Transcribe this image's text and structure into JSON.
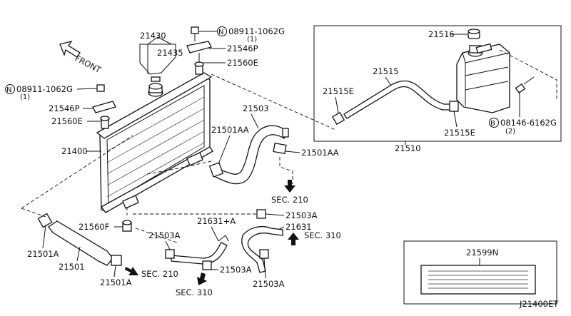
{
  "callouts": {
    "front": "FRONT",
    "p21430": "21430",
    "p21435": "21435",
    "bolt_top": "08911-1062G",
    "bolt_top_qty": "(1)",
    "p21546P_top": "21546P",
    "p21560E_top": "21560E",
    "bolt_left": "08911-1062G",
    "bolt_left_qty": "(1)",
    "p21546P_left": "21546P",
    "p21560E_left": "21560E",
    "p21400": "21400",
    "p21503": "21503",
    "p21501AA_left": "21501AA",
    "p21501AA_right": "21501AA",
    "sec210_upper": "SEC. 210",
    "p21516": "21516",
    "p21515": "21515",
    "p21515E_left": "21515E",
    "p21515E_right": "21515E",
    "bolt_tank": "08146-6162G",
    "bolt_tank_qty": "(2)",
    "p21510": "21510",
    "p21503A_top": "21503A",
    "p21631": "21631",
    "p21631A": "21631+A",
    "sec310_right": "SEC. 310",
    "p21560F": "21560F",
    "p21503A_left": "21503A",
    "p21503A_mid": "21503A",
    "p21503A_bottom": "21503A",
    "sec310_bottom": "SEC. 310",
    "p21501A_left": "21501A",
    "p21501": "21501",
    "p21501A_bottom": "21501A",
    "sec210_lower": "SEC. 210",
    "p21599N": "21599N",
    "diagram_code": "J21400ET"
  },
  "symbols": {
    "n_mark": "N",
    "b_mark": "B"
  },
  "icons": [
    "front-arrow-icon",
    "flow-arrow-icon"
  ]
}
